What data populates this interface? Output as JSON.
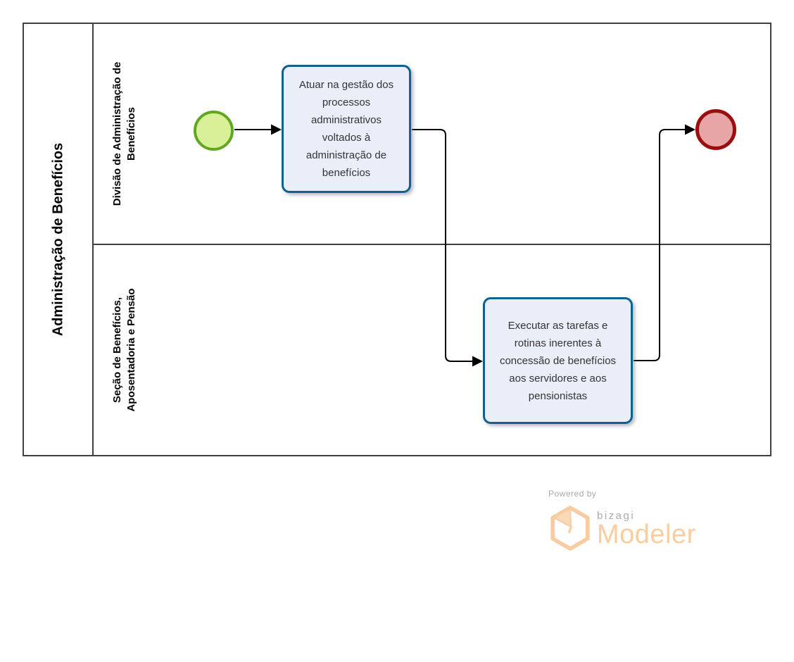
{
  "pool": {
    "title": "Administração de Benefícios"
  },
  "lanes": [
    {
      "name": "Divisão de Administração de Benefícios",
      "lines": [
        "Divisão de Administração de",
        "Benefícios"
      ]
    },
    {
      "name": "Seção de Benefícios, Aposentadoria e Pensão",
      "lines": [
        "Seção de Benefícios,",
        "Aposentadoria e Pensão"
      ]
    }
  ],
  "elements": {
    "start_event": {
      "kind": "start-event",
      "border_color": "#60A821",
      "fill_color": "#D9F099"
    },
    "task_1": {
      "label": "Atuar na gestão dos processos administrativos voltados à administração de benefícios"
    },
    "task_2": {
      "label": "Executar as tarefas e rotinas inerentes à concessão de benefícios aos servidores e aos pensionistas"
    },
    "end_event": {
      "kind": "end-event",
      "border_color": "#9B0E0E",
      "fill_color": "#E7A5A5"
    }
  },
  "colors": {
    "task_fill": "#E9EEF9",
    "task_border": "#12608D",
    "pool_border": "#404040",
    "connector": "#000000"
  },
  "branding": {
    "powered_by": "Powered by",
    "brand": "bizagi",
    "product": "Modeler",
    "orange": "#F9CD9E",
    "gray": "#ABABAB"
  }
}
